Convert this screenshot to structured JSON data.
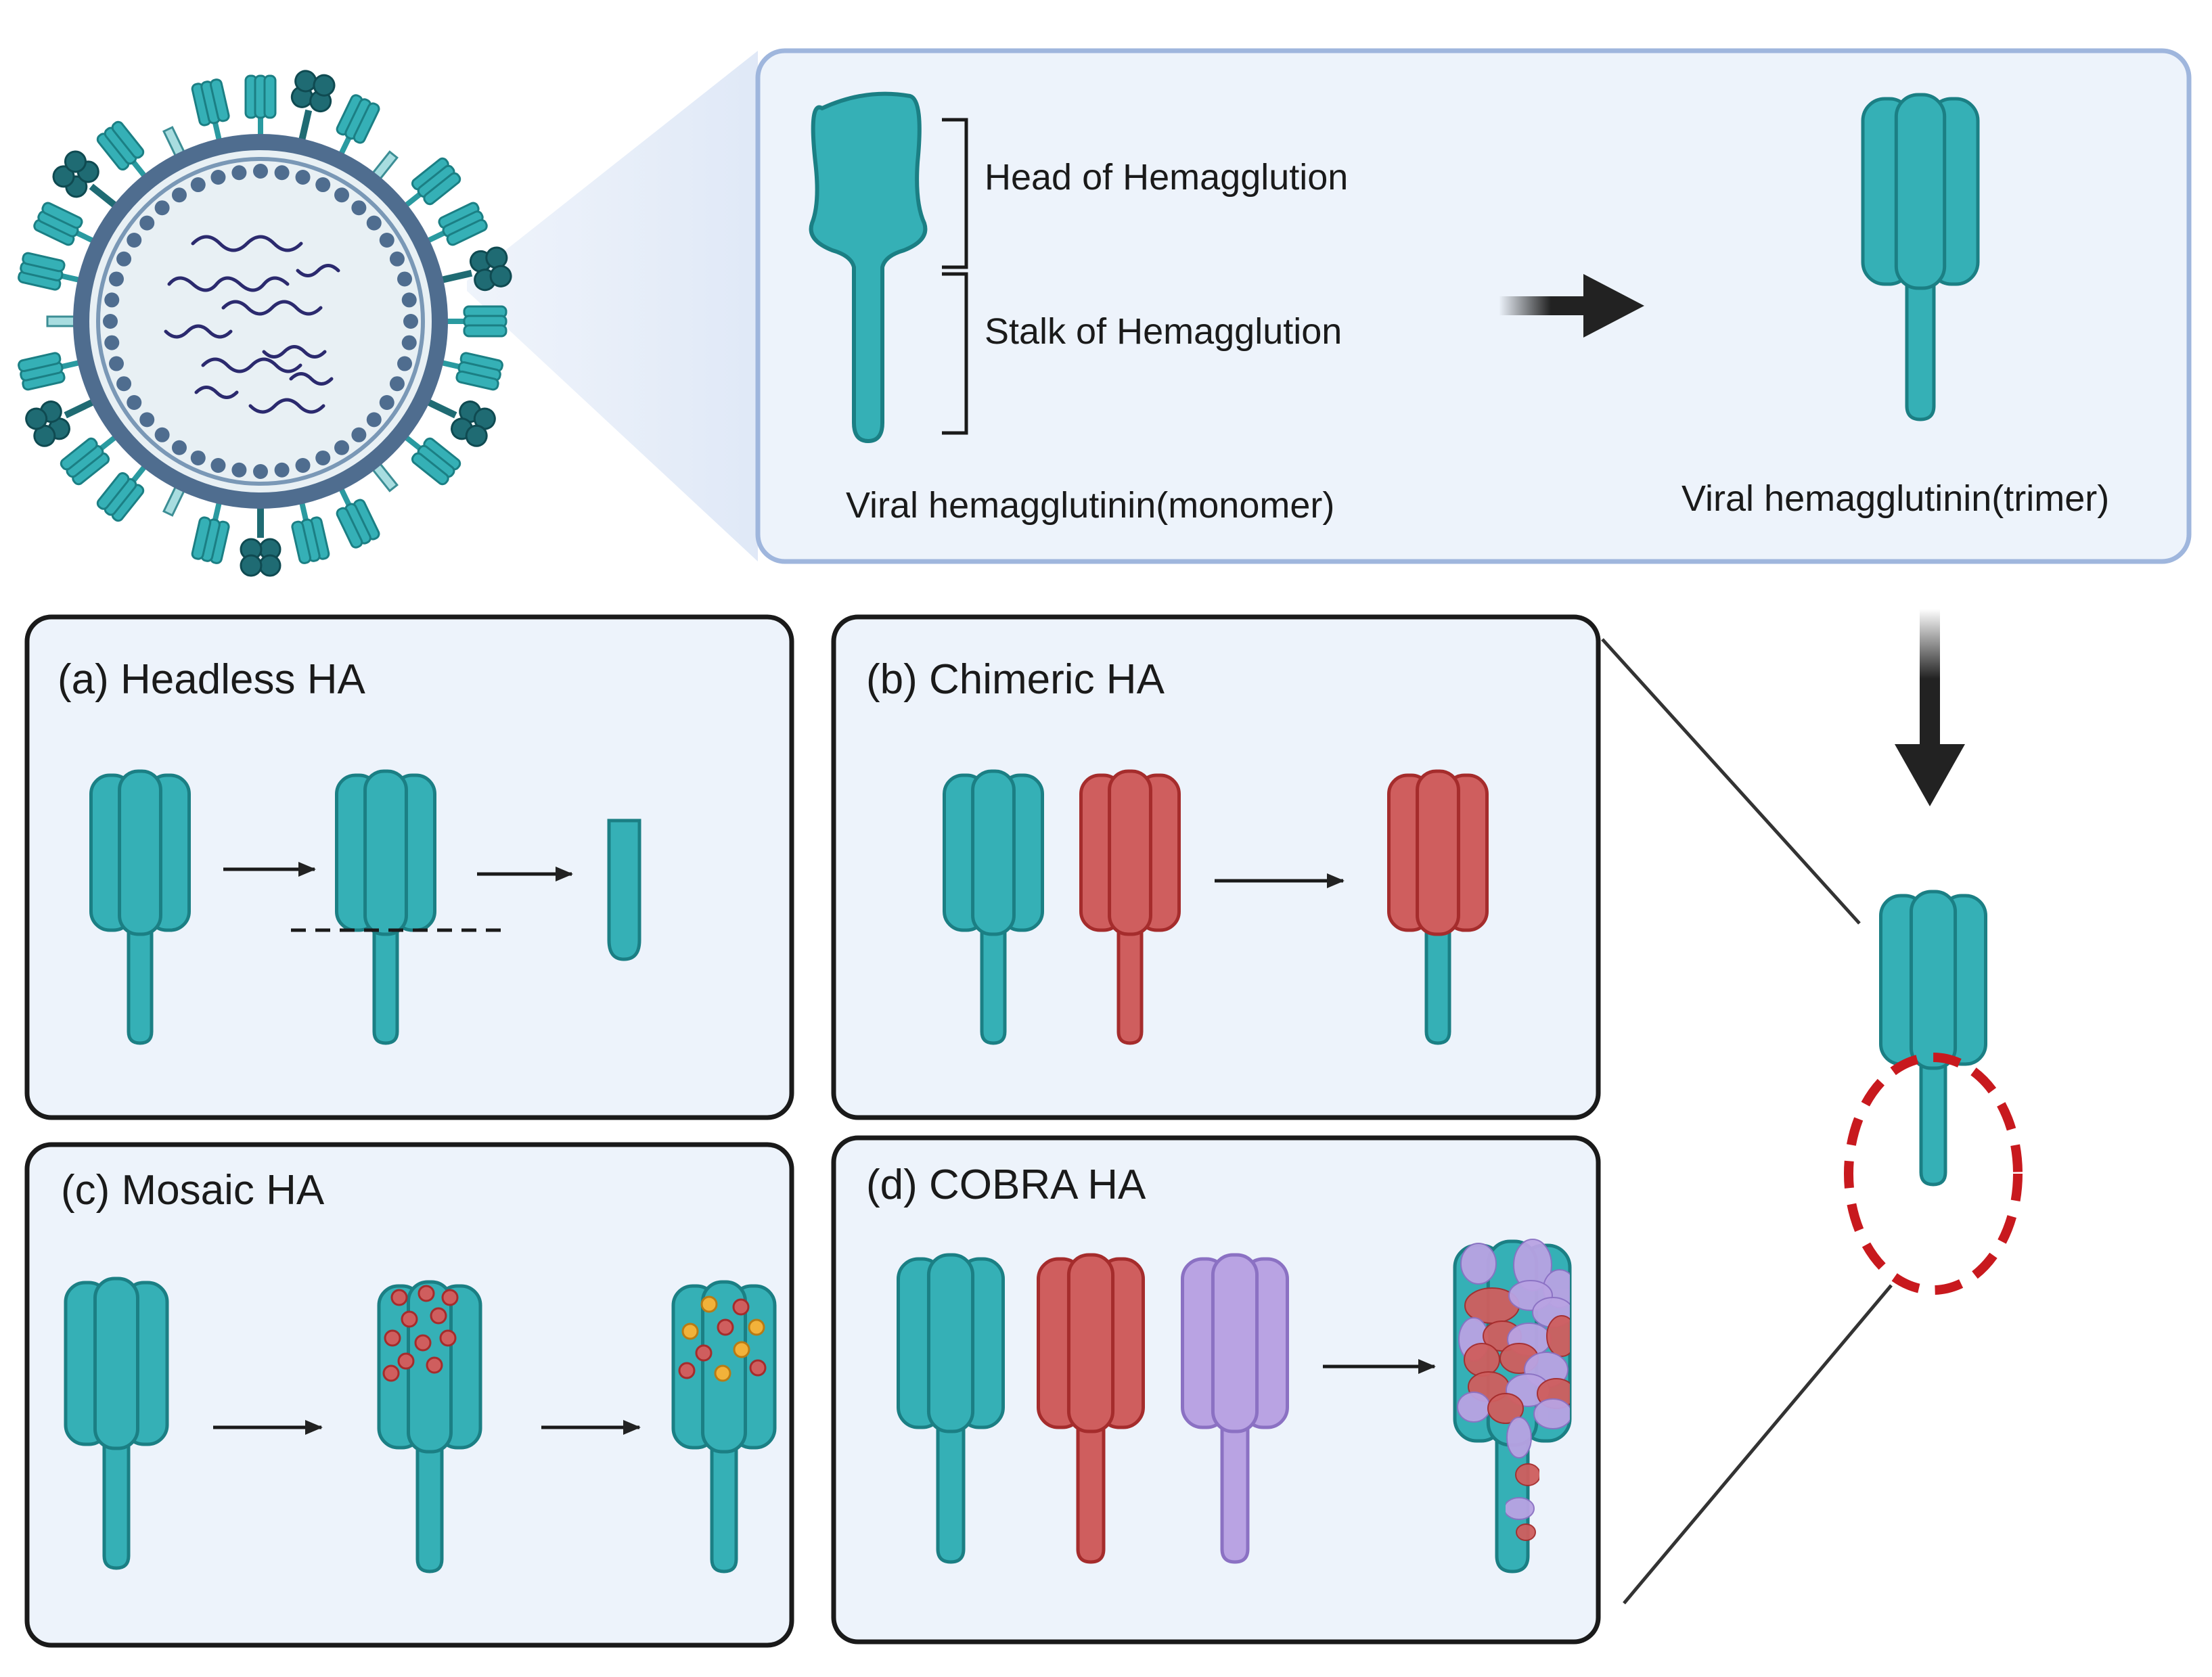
{
  "top_panel": {
    "head_label": "Head of Hemagglution",
    "stalk_label": "Stalk of Hemagglution",
    "monomer_caption": "Viral hemagglutinin(monomer)",
    "trimer_caption": "Viral hemagglutinin(trimer)"
  },
  "panels": {
    "a": {
      "title": "(a) Headless HA"
    },
    "b": {
      "title": "(b) Chimeric HA"
    },
    "c": {
      "title": "(c) Mosaic HA"
    },
    "d": {
      "title": "(d) COBRA HA"
    }
  },
  "colors": {
    "teal": "#35b0b6",
    "teal_stroke": "#1b7f84",
    "red": "#cf5e5e",
    "red_stroke": "#a52c2c",
    "lavender": "#b9a3e3",
    "lavender_stroke": "#8b71c3",
    "panel_fill": "#edf3fb",
    "top_panel_border": "#9fb6dd",
    "dashed_ellipse": "#c8191e",
    "dot_yellow": "#f2b23a"
  }
}
